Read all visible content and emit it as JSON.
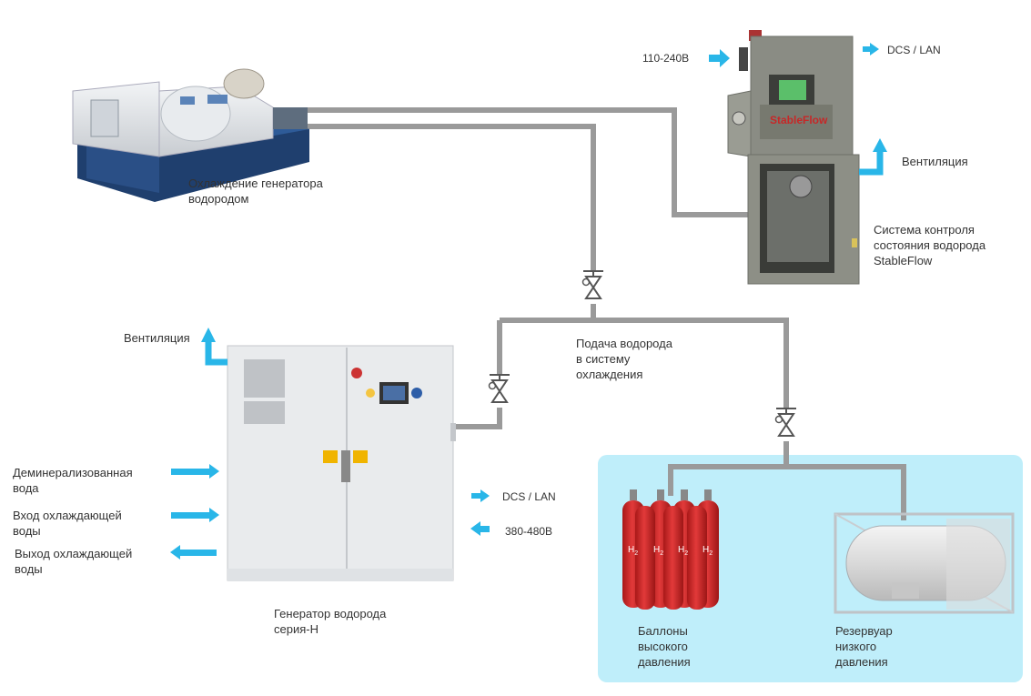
{
  "colors": {
    "pipe": "#9a9a9a",
    "arrow": "#29b6e8",
    "zone": "#bfeefa",
    "cylinder": "#d32a2a",
    "cabinet": "#e9ebed",
    "turbine_base": "#2a4f86",
    "analyzer": "#8a8c84"
  },
  "equipment": {
    "turbine": {
      "label": "Охлаждение генератора\nводородом"
    },
    "analyzer": {
      "label": "Система контроля\nсостояния водорода\nStableFlow",
      "brand": "StableFlow",
      "power_in": "110-240В",
      "comm_out": "DCS / LAN",
      "vent": "Вентиляция"
    },
    "generator": {
      "label": "Генератор водорода\nсерия-Н",
      "vent": "Вентиляция",
      "comm_out": "DCS / LAN",
      "power_in": "380-480В"
    },
    "cylinders": {
      "label": "Баллоны\nвысокого\nдавления",
      "gas": "H",
      "sub": "2"
    },
    "tank": {
      "label": "Резервуар\nнизкого\nдавления"
    }
  },
  "inputs": [
    {
      "label": "Деминерализованная\nвода",
      "direction": "in"
    },
    {
      "label": "Вход охлаждающей\nводы",
      "direction": "in"
    },
    {
      "label": "Выход охлаждающей\nводы",
      "direction": "out"
    }
  ],
  "feed_label": "Подача водорода\nв систему\nохлаждения"
}
